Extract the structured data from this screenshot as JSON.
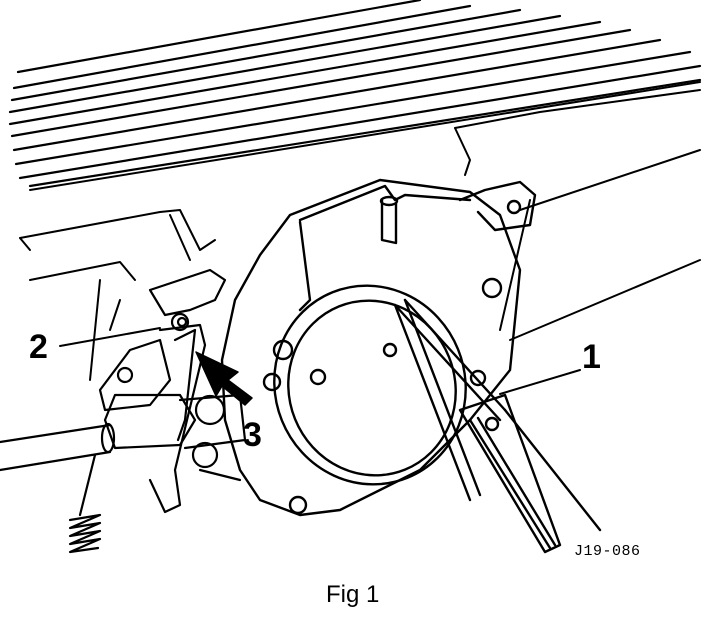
{
  "figure": {
    "labels": [
      {
        "id": "callout-1",
        "text": "1"
      },
      {
        "id": "callout-2",
        "text": "2"
      },
      {
        "id": "callout-3",
        "text": "3"
      }
    ],
    "code": "J19-086",
    "caption": "Fig 1"
  },
  "colors": {
    "ink": "#000000",
    "paper": "#ffffff"
  }
}
